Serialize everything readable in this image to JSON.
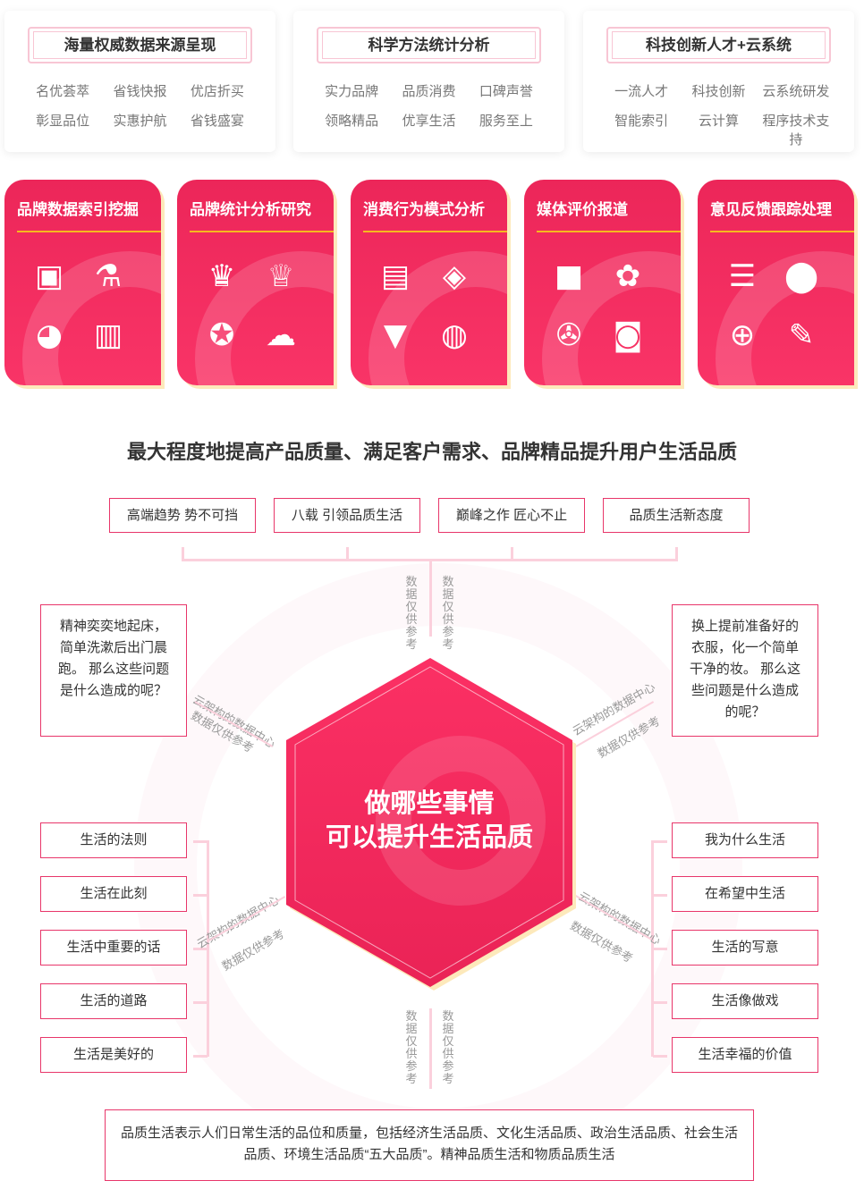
{
  "top_cards": [
    {
      "title": "海量权威数据来源呈现",
      "items": [
        "名优荟萃",
        "省钱快报",
        "优店折买",
        "彰显品位",
        "实惠护航",
        "省钱盛宴"
      ]
    },
    {
      "title": "科学方法统计分析",
      "items": [
        "实力品牌",
        "品质消费",
        "口碑声誉",
        "领略精品",
        "优享生活",
        "服务至上"
      ]
    },
    {
      "title": "科技创新人才+云系统",
      "items": [
        "一流人才",
        "科技创新",
        "云系统研发",
        "智能索引",
        "云计算",
        "程序技术支持"
      ]
    }
  ],
  "feature_cards": [
    {
      "title": "品牌数据索引挖掘",
      "icons": [
        "chart-board-icon",
        "flask-icon",
        "pie-chart-icon",
        "data-flow-icon"
      ]
    },
    {
      "title": "品牌统计分析研究",
      "icons": [
        "crown-icon",
        "trophy-icon",
        "award-ribbon-icon",
        "cloud-network-icon"
      ]
    },
    {
      "title": "消费行为模式分析",
      "icons": [
        "presentation-icon",
        "price-tag-icon",
        "shopping-cart-icon",
        "database-icon"
      ]
    },
    {
      "title": "媒体评价报道",
      "icons": [
        "video-camera-icon",
        "flower-icon",
        "film-reel-icon",
        "camera-icon"
      ]
    },
    {
      "title": "意见反馈跟踪处理",
      "icons": [
        "message-icon",
        "location-pin-icon",
        "search-analytics-icon",
        "edit-icon"
      ]
    }
  ],
  "headline": "最大程度地提高产品质量、满足客户需求、品牌精品提升用户生活品质",
  "tags": [
    "高端趋势 势不可挡",
    "八载 引领品质生活",
    "巅峰之作 匠心不止",
    "品质生活新态度"
  ],
  "vertical_note": "数据仅供参考",
  "diag_note_1": "云架构的数据中心",
  "diag_note_2": "数据仅供参考",
  "left_text": "精神奕奕地起床，简单洗漱后出门晨跑。 那么这些问题是什么造成的呢？",
  "right_text": "换上提前准备好的衣服，化一个简单干净的妆。 那么这些问题是什么造成的呢？",
  "center_title_1": "做哪些事情",
  "center_title_2": "可以提升生活品质",
  "left_items": [
    "生活的法则",
    "生活在此刻",
    "生活中重要的话",
    "生活的道路",
    "生活是美好的"
  ],
  "right_items": [
    "我为什么生活",
    "在希望中生活",
    "生活的写意",
    "生活像做戏",
    "生活幸福的价值"
  ],
  "footer_text": "品质生活表示人们日常生活的品位和质量，包括经济生活品质、文化生活品质、政治生活品质、社会生活品质、环境生活品质“五大品质”。精神品质生活和物质品质生活",
  "colors": {
    "accent": "#f02c5e",
    "border": "#e8366a",
    "line": "#fbd0dc",
    "gold": "#f6b81f"
  }
}
